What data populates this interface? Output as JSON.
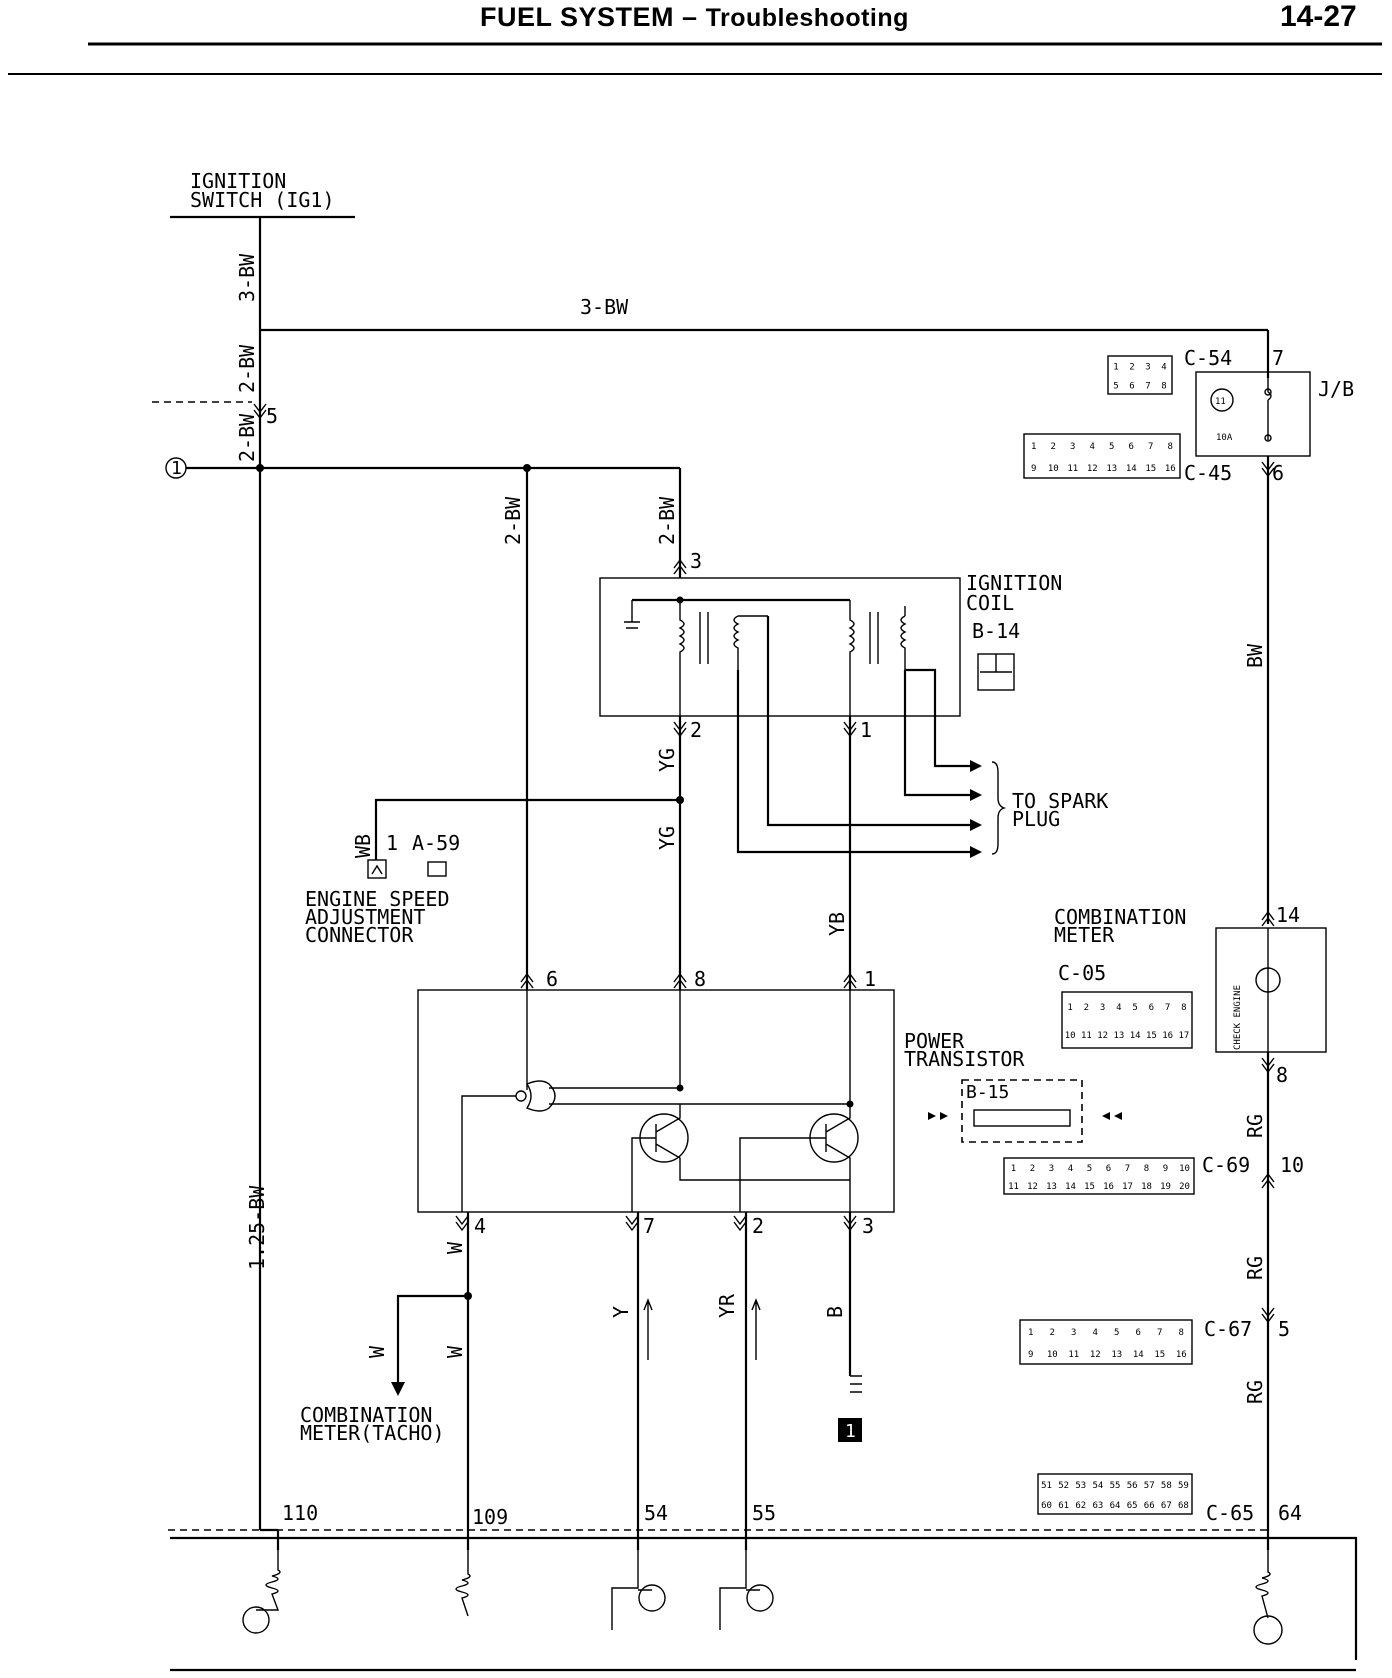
{
  "header": {
    "section": "FUEL SYSTEM",
    "separator": "–",
    "subsection": "Troubleshooting",
    "page_number": "14-27"
  },
  "ignition_switch": {
    "line1": "IGNITION",
    "line2": "SWITCH (IG1)"
  },
  "wires": {
    "w_3bw": "3-BW",
    "w_2bw": "2-BW",
    "w_125bw": "1.25-BW",
    "w_yg": "YG",
    "w_yb": "YB",
    "w_wb": "WB",
    "w_w": "W",
    "w_y": "Y",
    "w_yr": "YR",
    "w_b": "B",
    "w_bw": "BW",
    "w_rg": "RG"
  },
  "terminals": {
    "t1": "1",
    "t2": "2",
    "t3": "3",
    "t4": "4",
    "t5": "5",
    "t6": "6",
    "t7": "7",
    "t8": "8",
    "t10": "10",
    "t14": "14",
    "t54": "54",
    "t55": "55",
    "t64": "64",
    "t109": "109",
    "t110": "110"
  },
  "marker_1": "1",
  "ignition_coil": {
    "line1": "IGNITION",
    "line2": "COIL",
    "code": "B-14"
  },
  "spark_plug": {
    "line1": "TO SPARK",
    "line2": "PLUG"
  },
  "engine_speed_connector": {
    "code": "A-59",
    "line1": "ENGINE SPEED",
    "line2": "ADJUSTMENT",
    "line3": "CONNECTOR"
  },
  "combination_meter": {
    "line1": "COMBINATION",
    "line2": "METER",
    "code": "C-05",
    "lamp": "CHECK ENGINE"
  },
  "power_transistor": {
    "line1": "POWER",
    "line2": "TRANSISTOR",
    "code": "B-15"
  },
  "junction_block": {
    "label": "J/B",
    "fuse_no": "11",
    "fuse_rating": "10A"
  },
  "tacho": {
    "line1": "COMBINATION",
    "line2": "METER(TACHO)"
  },
  "connectors": {
    "c54": "C-54",
    "c45": "C-45",
    "c69": "C-69",
    "c67": "C-67",
    "c65": "C-65"
  },
  "connector_pins": {
    "c54": [
      "1",
      "2",
      "3",
      "4",
      "5",
      "6",
      "7",
      "8"
    ],
    "c45": [
      "1",
      "2",
      "3",
      "4",
      "5",
      "6",
      "7",
      "8",
      "9",
      "10",
      "11",
      "12",
      "13",
      "14",
      "15",
      "16"
    ],
    "c05": [
      "1",
      "2",
      "3",
      "4",
      "5",
      "6",
      "7",
      "8",
      "10",
      "11",
      "12",
      "13",
      "14",
      "15",
      "16",
      "17"
    ],
    "c69": [
      "1",
      "2",
      "3",
      "4",
      "5",
      "6",
      "7",
      "8",
      "9",
      "10",
      "11",
      "12",
      "13",
      "14",
      "15",
      "16",
      "17",
      "18",
      "19",
      "20"
    ],
    "c67": [
      "1",
      "2",
      "3",
      "4",
      "5",
      "6",
      "7",
      "8",
      "9",
      "10",
      "11",
      "12",
      "13",
      "14",
      "15",
      "16"
    ],
    "c65": [
      "51",
      "52",
      "53",
      "54",
      "55",
      "56",
      "57",
      "58",
      "59",
      "60",
      "61",
      "62",
      "63",
      "64",
      "65",
      "66",
      "67",
      "68"
    ]
  }
}
